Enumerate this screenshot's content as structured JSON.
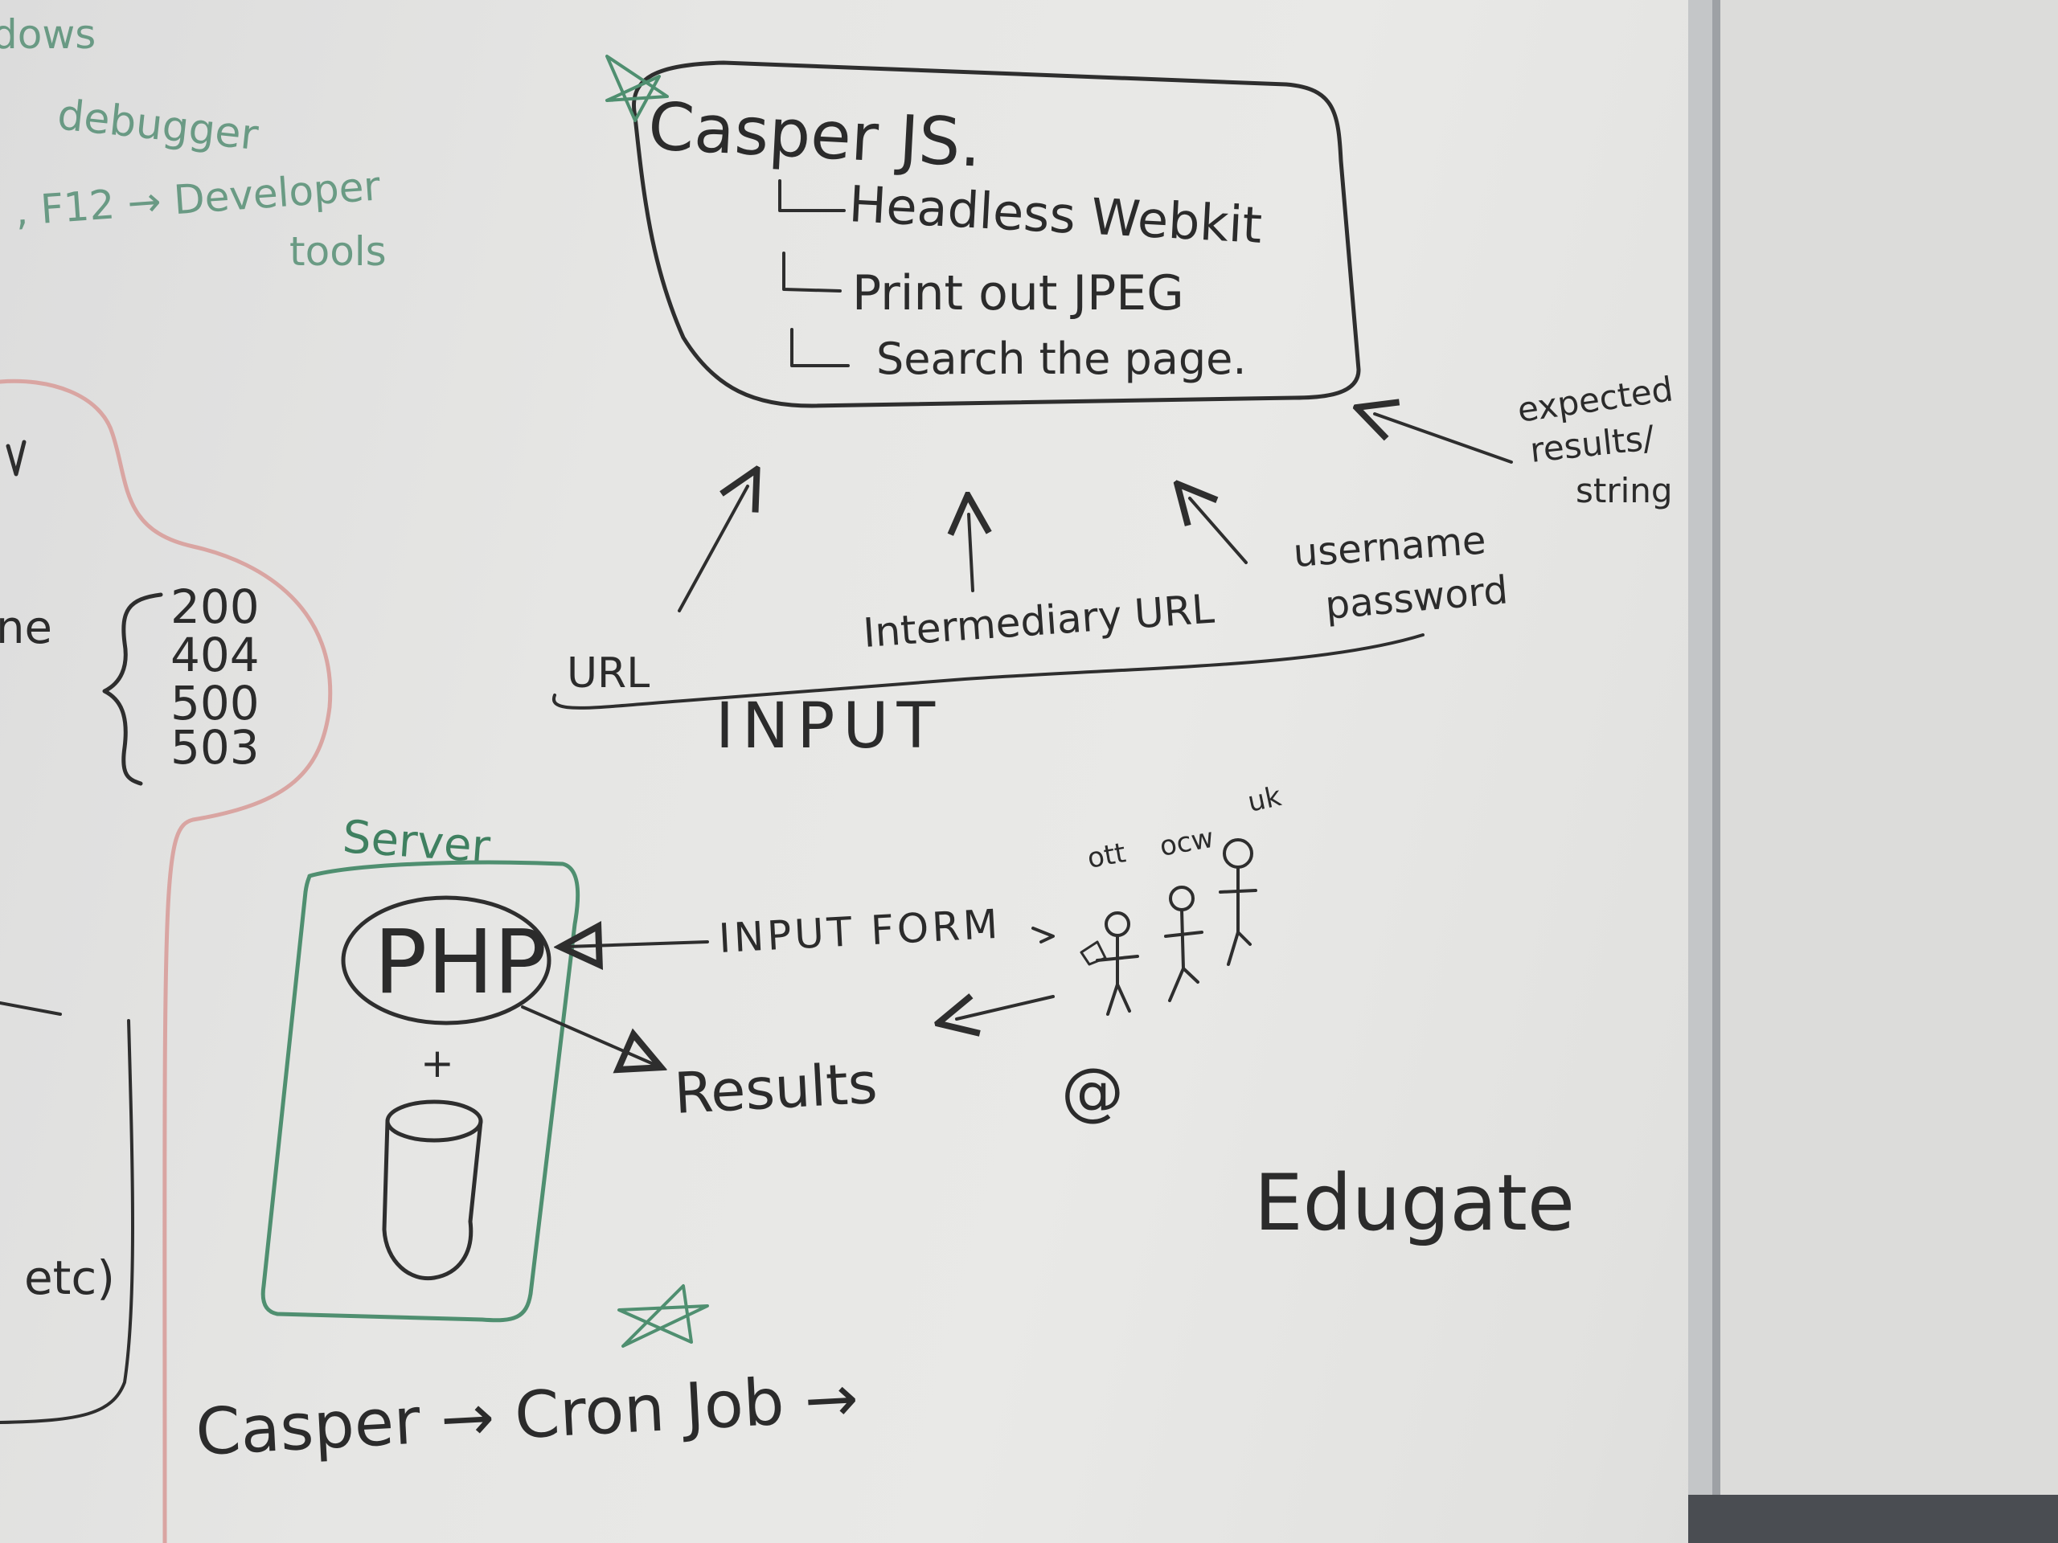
{
  "colors": {
    "board": "#e6e6e4",
    "frame": "#b9bcbf",
    "ink_dark": "#2b2b2b",
    "ink_green": "#4d8a6e",
    "ink_red": "#d9a5a2"
  },
  "left_notes": {
    "line1": "dows",
    "line2": "debugger",
    "line3": ", F12 → Developer",
    "line4": "tools"
  },
  "casper_box": {
    "title": "Casper JS.",
    "items": [
      "Headless Webkit",
      "Print out JPEG",
      "Search the page."
    ]
  },
  "expected_note": {
    "line1": "expected",
    "line2": "results/",
    "line3": "string"
  },
  "inputs": {
    "url": "URL",
    "intermediary": "Intermediary URL",
    "credentials_line1": "username",
    "credentials_line2": "password",
    "label": "INPUT"
  },
  "status_codes": {
    "prefix": "ne",
    "codes": [
      "200",
      "404",
      "500",
      "503"
    ]
  },
  "server": {
    "label": "Server",
    "php": "PHP",
    "plus": "+"
  },
  "flow": {
    "input_form": "INPUT FORM",
    "results": "Results"
  },
  "people": {
    "labels": [
      "ott",
      "ocw",
      "uk"
    ]
  },
  "misc": {
    "at_symbol": "@",
    "edugate": "Edugate",
    "left_etc": "etc)",
    "footer": "Casper → Cron Job →"
  }
}
